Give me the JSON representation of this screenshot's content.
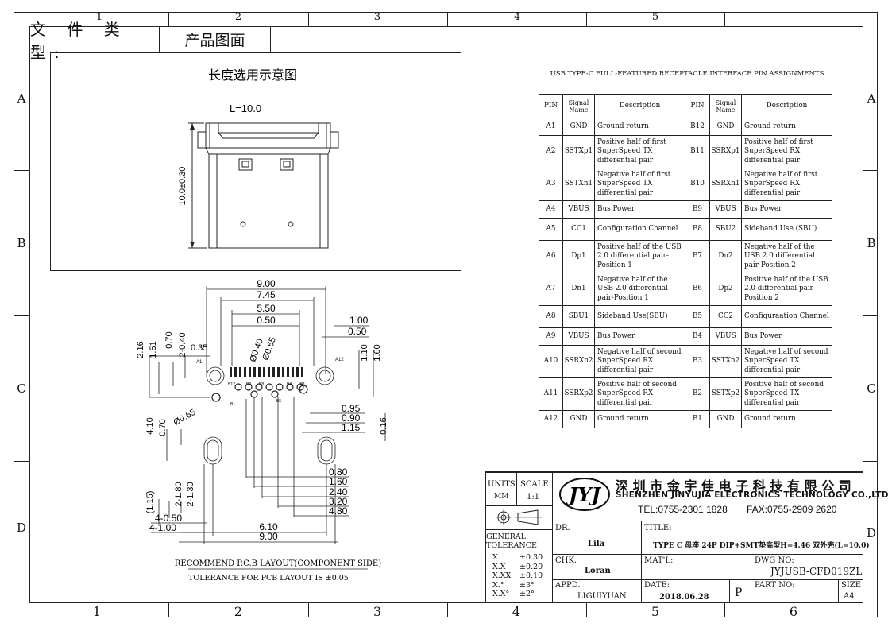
{
  "frame": {
    "zones_top": [
      "1",
      "2",
      "3",
      "4",
      "5"
    ],
    "zones_bottom": [
      "1",
      "2",
      "3",
      "4",
      "5",
      "6"
    ],
    "zones_left": [
      "A",
      "B",
      "C",
      "D"
    ],
    "zones_right": [
      "A",
      "B",
      "C",
      "D"
    ]
  },
  "doc_type": {
    "label": "文 件 类 型:",
    "value": "产品图面"
  },
  "length_view": {
    "title": "长度选用示意图",
    "length": "L=10.0",
    "height_dim": "10.0±0.30"
  },
  "pcb_layout": {
    "dims_top": [
      "9.00",
      "7.45",
      "5.50",
      "0.50"
    ],
    "dims_right_top": [
      "1.00",
      "0.50"
    ],
    "vert_right": [
      "1.10",
      "1.60"
    ],
    "vert_left": [
      "2.16",
      "1.51",
      "0.70",
      "2-0.40"
    ],
    "hole_labels": [
      "0.35",
      "Ø0.40",
      "Ø0.65"
    ],
    "pin_labels": [
      "A1",
      "A12",
      "B12",
      "B9",
      "B8",
      "B4",
      "B1",
      "B5",
      "B1"
    ],
    "dia_left": "Ø0.65",
    "dims_mid_right": [
      "0.95",
      "0.90",
      "1.15"
    ],
    "vert_mid_left": [
      "4.10",
      "0.70"
    ],
    "vert_mid_right": "0.16",
    "dims_bottom_right": [
      "0.80",
      "1.60",
      "2.40",
      "3.20",
      "4.80"
    ],
    "vert_bottom_left": [
      "(1.15)",
      "2-1.80",
      "2-1.30"
    ],
    "dims_bottom_left": [
      "4-0.50",
      "4-1.00"
    ],
    "dims_bottom": [
      "6.10",
      "9.00"
    ],
    "caption": "RECOMMEND P.C.B LAYOUT(COMPONENT SIDE)",
    "tolerance": "TOLERANCE FOR PCB LAYOUT IS ±0.05"
  },
  "pin_table": {
    "title": "USB TYPE-C FULL-FEATURED RECEPTACLE INTERFACE PIN ASSIGNMENTS",
    "headers": [
      "PIN",
      "Signal Name",
      "Description",
      "PIN",
      "Signal Name",
      "Description"
    ],
    "rows": [
      [
        "A1",
        "GND",
        "Ground return",
        "B12",
        "GND",
        "Ground return"
      ],
      [
        "A2",
        "SSTXp1",
        "Positive half of first SuperSpeed TX differential pair",
        "B11",
        "SSRXp1",
        "Positive half of first SuperSpeed RX differential pair"
      ],
      [
        "A3",
        "SSTXn1",
        "Negative half of first SuperSpeed TX differential pair",
        "B10",
        "SSRXn1",
        "Negative half of first SuperSpeed RX differential pair"
      ],
      [
        "A4",
        "VBUS",
        "Bus Power",
        "B9",
        "VBUS",
        "Bus Power"
      ],
      [
        "A5",
        "CC1",
        "Configuration Channel",
        "B8",
        "SBU2",
        "Sideband Use (SBU)"
      ],
      [
        "A6",
        "Dp1",
        "Positive half of the USB 2.0 differential pair-Position 1",
        "B7",
        "Dn2",
        "Negative half of the USB 2.0 differential pair-Position 2"
      ],
      [
        "A7",
        "Dn1",
        "Negative half of the USB 2.0 differential pair-Position 1",
        "B6",
        "Dp2",
        "Positive half of the USB 2.0 differential pair-Position 2"
      ],
      [
        "A8",
        "SBU1",
        "Sideband Use(SBU)",
        "B5",
        "CC2",
        "Configuraation Channel"
      ],
      [
        "A9",
        "VBUS",
        "Bus Power",
        "B4",
        "VBUS",
        "Bus Power"
      ],
      [
        "A10",
        "SSRXn2",
        "Negative half of second SuperSpeed RX differential pair",
        "B3",
        "SSTXn2",
        "Negative half of second SuperSpeed TX differential pair"
      ],
      [
        "A11",
        "SSRXp2",
        "Positive half of second SuperSpeed RX differential pair",
        "B2",
        "SSTXp2",
        "Positive half of second SuperSpeed TX differential pair"
      ],
      [
        "A12",
        "GND",
        "Ground return",
        "B1",
        "GND",
        "Ground return"
      ]
    ]
  },
  "title_block": {
    "units_label": "UNITS",
    "units_value": "MM",
    "scale_label": "SCALE",
    "scale_value": "1:1",
    "logo_text": "JYJ",
    "company_cn": "深圳市金宇佳电子科技有限公司",
    "company_en": "SHENZHEN JINYUJIA ELECTRONICS TECHNOLOGY CO.,LTD",
    "tel": "TEL:0755-2301 1828",
    "fax": "FAX:0755-2909 2620",
    "general_tolerance": "GENERAL TOLERANCE",
    "tol_rows": [
      [
        "X.",
        "±0.30"
      ],
      [
        "X.X",
        "±0.20"
      ],
      [
        "X.XX",
        "±0.10"
      ],
      [
        "X.°",
        "±3°"
      ],
      [
        "X.X°",
        "±2°"
      ]
    ],
    "dr_label": "DR.",
    "dr_value": "Lila",
    "chk_label": "CHK.",
    "chk_value": "Loran",
    "appd_label": "APPD.",
    "appd_value": "LIGUIYUAN",
    "title_label": "TITLE:",
    "title_value": "TYPE C 母座 24P DIP+SMT垫高型H=4.46 双外壳(L=10.0)",
    "matl_label": "MAT'L:",
    "dwg_label": "DWG NO:",
    "dwg_value": "JYJUSB-CFD019ZL",
    "date_label": "DATE:",
    "date_value": "2018.06.28",
    "p_label": "P",
    "part_label": "PART NO:",
    "size_label": "SIZE",
    "size_value": "A4"
  }
}
